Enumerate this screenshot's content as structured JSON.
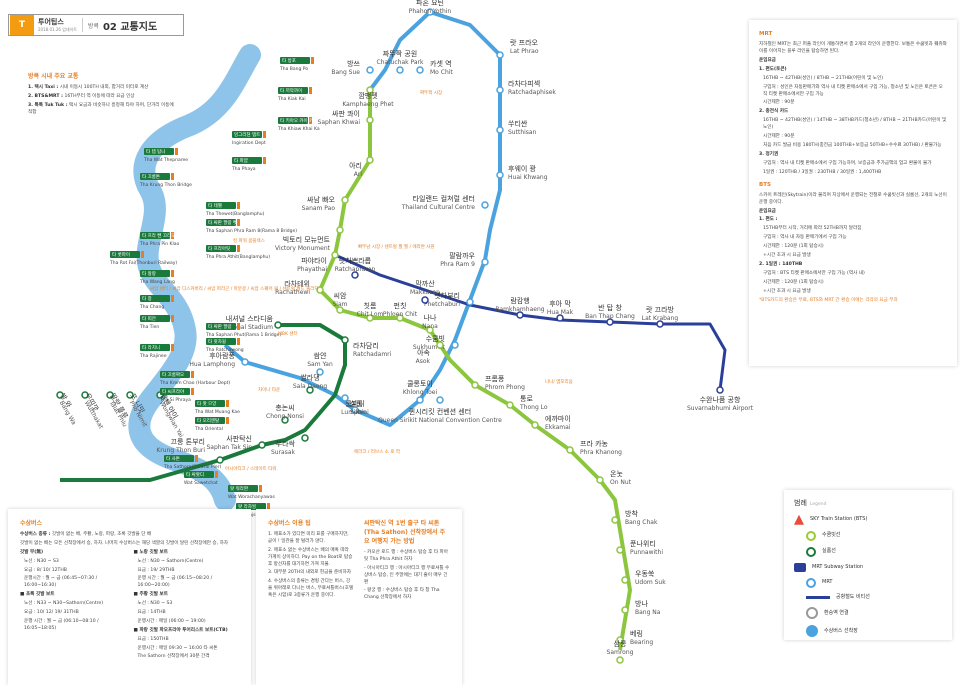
{
  "header": {
    "logo": "T",
    "brand": "투어팁스",
    "date": "2018.01.26 업데이트",
    "city": "방콕",
    "title": "02 교통지도"
  },
  "colors": {
    "sukhumvit": "#8cc63f",
    "silom": "#1a7a3b",
    "mrt": "#4aa3df",
    "airport": "#2a3f9a",
    "river": "#8fc4ea",
    "accent": "#e67e22",
    "pier_tag": "#1a7a3b"
  },
  "transport_box": {
    "title": "방콕 시내 주요 교통",
    "items": [
      {
        "head": "1. 택시 Taxi :",
        "body": "시내 이동시 100TH 내외, 합거리 미터로 계산"
      },
      {
        "head": "2. BTS&MRT :",
        "body": "16TH부터 역 이동에 따라 요금 인상"
      },
      {
        "head": "3. 툭툭 Tuk Tuk :",
        "body": "택시 요금과 비슷하나 흥정해 타야 하며, 단거리 이동에 적합"
      }
    ]
  },
  "mrt_box": {
    "mrt_title": "MRT",
    "mrt_desc": "지하철인 MRT는 최근 퍼플 라인이 개통하면서 총 2개의 라인이 운행한다. 보통은 수쿰빗과 훼쥬와이를 이어지는 블루 라인을 탑승하면 된다.",
    "fare_title": "운임요금",
    "fare_items": [
      {
        "head": "1. 편도(토큰)",
        "lines": [
          "16THB ~ 42THB(성인) / 8THB ~ 21THB(어린이 및 노인)",
          "구입처 : 성인은 자동판매기와 역사 내 티켓 판매소에서 구입 가능, 청소년 및 노인은 토큰은 오직 티켓 판매소에서만 구입 가능",
          "시간제한 : 90분"
        ]
      },
      {
        "head": "2. 충전식 카드",
        "lines": [
          "16THB ~ 42THB(성인) / 14THB ~ 38THB카드(청소년) / 8THB ~ 21THB카드(어린이 및 노인)",
          "시간제한 : 90분",
          "처음 카드 발급 비용 180TH(충전금 100THB+보증금 50THB+수수료 30THB) / 환불가능"
        ]
      },
      {
        "head": "3. 정기권",
        "lines": [
          "구입처 : 역사 내 티켓 판매소에서 구입 가능하며, 보증금과 추가금액의 업고 환불이 불가",
          "1일권 : 120THB / 3일권 : 230THB / 30일권 : 1,400THB"
        ]
      }
    ],
    "bts_title": "BTS",
    "bts_desc": "스카이 트레인(Skytrain)이라 불리며 지상에서 운행되는 전철로 수쿰빗선과 실롬선, 2개의 노선이 운행 중이다.",
    "bts_fare_title": "운임요금",
    "bts_items": [
      {
        "head": "1. 편도 :",
        "lines": [
          "15THB부터 시작, 거리에 따라 52THB까지 달라짐",
          "구입처 : 역사 내 자동 판매기에서 구입 가능",
          "시간제한 : 120분 (1회 탑승시)",
          "+시간 초과 시 요금 발생"
        ]
      },
      {
        "head": "2. 1일권 : 140THB",
        "lines": [
          "구입처 : BTS 티켓 판매소에서만 구입 가능 (역사 내)",
          "시간제한 : 120분 (1회 탑승시)",
          "+시간 초과 시 요금 발생"
        ]
      }
    ],
    "footer": "*BTS카드의 환승은 무료, BTS와 MRT 간 환승 이에는 각각의 요금 부과"
  },
  "boat_box": {
    "title": "수상버스",
    "intro_head": "수상버스 종류 :",
    "intro_body": "깃발이 없는 배, 주황, 노랑, 파랑, 초록 깃발을 단 배",
    "intro_more": "깃발이 없는 배는 모든 선착장에서 승, 하차. 나머지 수상버스는 해당 색깔의 깃발이 달린 선착장에만 승, 하차",
    "left": [
      {
        "head": "깃발 무(無)",
        "lines": [
          "노선 : N30 ~ S3",
          "요금 : 8/ 10/ 12THB",
          "운행시간 : 월 ~ 금 (06:45~07:30 / 16:00~16:30)"
        ]
      },
      {
        "head": "■ 초록 깃발 보트",
        "lines": [
          "노선 : N33 ~ N30~Sathorn(Centre)",
          "요금 : 10/ 12/ 19/ 31THB",
          "운행 시간 : 월 ~ 금 (06:10~08:10 / 16:05~18:05)"
        ]
      }
    ],
    "right": [
      {
        "head": "■ 노랑 깃발 보트",
        "lines": [
          "노선 : N30 ~ Sathorn(Centre)",
          "요금 : 19/ 29THB",
          "운행 시간 : 월 ~ 금 (06:15~08:20 / 16:00~20:00)"
        ]
      },
      {
        "head": "■ 주황 깃발 보트",
        "lines": [
          "노선 : N30 ~ S3",
          "요금 : 14THB",
          "운행시간 : 매일 (06:00 ~ 19:00)"
        ]
      },
      {
        "head": "■ 파랑 깃발 파오프라야 투어리스트 보트(CTB)",
        "lines": [
          "요금 : 150THB",
          "운행시간 : 매일 09:30 ~ 16:00 타 씨톤",
          "The Sathorn 선착장에서 30분 간격"
        ]
      }
    ]
  },
  "tips_box": {
    "title": "수상버스 이용 팁",
    "tips": [
      "1. 매표소가 있다면 미리 표를 구매하지만, 곧이 ! 일관을 잘 털러가 않다.",
      "2. 매표소 없는 수상버스는 배의 매혹 따라 가계이 상이하다. Pay on the Boat로 탑승 후 항선자를 대기하면 가져 지불.",
      "3. 대부분 20TH의 내외로 현금을 준비하자",
      "4. 수상버스의 종류는 경횡 간다는 버스, 강을 위아래로 다니는 버스, 무료셔틀버스(호텔 혹은 시암)로 3종류가 운행 중이다."
    ],
    "right_title": "씨판탁신 역 1번 출구 타 씨톤(Tha Sathon) 선착장에서 주요 여행지 가는 방법",
    "right_lines": [
      "- 카오산 로드 행 : 수상버스 탑승 후 타 파아팃 Tha Phra Athit 하차",
      "- 아시아티크 행 : 아시아티크 행 무료셔틀 수상버스 탑승, 인 주말에는 대기 줄이 매우 긴 편",
      "- 왕궁 행 : 수상버스 탑승 후 타 창 Tha Chang 선착장에서 하차"
    ]
  },
  "legend": {
    "title": "범례",
    "title_en": "Legend",
    "bts_label": "SKY Train Station (BTS)",
    "suk_label": "수쿰빗선",
    "silom_label": "실롬선",
    "mrt_label": "MRT Subway Station",
    "mrt_line": "MRT",
    "airport_label": "공항철도 비티선",
    "xfer_label": "환승역 연결",
    "pier_label": "수상버스 선착장"
  },
  "stations": [
    {
      "kr": "파혼 요틴",
      "en": "Phahon Yothin"
    },
    {
      "kr": "랏 프라오",
      "en": "Lat Phrao"
    },
    {
      "kr": "라차다피섹",
      "en": "Ratchadaphisek"
    },
    {
      "kr": "쑤티싼",
      "en": "Sutthisan"
    },
    {
      "kr": "후웨이 꽝",
      "en": "Huai Khwang"
    },
    {
      "kr": "타일랜드 컬쳐럴 센터",
      "en": "Thailand Cultural Centre"
    },
    {
      "kr": "팔람까우",
      "en": "Phra Ram 9"
    },
    {
      "kr": "펫차부리",
      "en": "Phetchaburi"
    },
    {
      "kr": "수쿰빗",
      "en": "Sukhumvit"
    },
    {
      "kr": "퀸시리킷 컨벤션 센터",
      "en": "Queen Sirikit National Convention Centre"
    },
    {
      "kr": "쿨롱토이",
      "en": "Khlong Toei"
    },
    {
      "kr": "룸피니",
      "en": "Lumphini"
    },
    {
      "kr": "실롬",
      "en": "Silom"
    },
    {
      "kr": "쌈얀",
      "en": "Sam Yan"
    },
    {
      "kr": "후아람퐁",
      "en": "Hua Lamphong"
    },
    {
      "kr": "카셋 역",
      "en": "Mo Chit"
    },
    {
      "kr": "짜뚜짝 공원",
      "en": "Chatuchak Park"
    },
    {
      "kr": "방쓰",
      "en": "Bang Sue"
    },
    {
      "kr": "깜팽펫",
      "en": "Kamphaeng Phet"
    },
    {
      "kr": "싸판 콰이",
      "en": "Saphan Khwai"
    },
    {
      "kr": "아리",
      "en": "Ari"
    },
    {
      "kr": "싸남 빠오",
      "en": "Sanam Pao"
    },
    {
      "kr": "빅토리 모뉴먼트",
      "en": "Victory Monument"
    },
    {
      "kr": "파야타이",
      "en": "Phayathai"
    },
    {
      "kr": "라차테위",
      "en": "Rachathewi"
    },
    {
      "kr": "씨암",
      "en": "Siam"
    },
    {
      "kr": "칫롬",
      "en": "Chit Lom"
    },
    {
      "kr": "펀칫",
      "en": "Phloen Chit"
    },
    {
      "kr": "나나",
      "en": "Nana"
    },
    {
      "kr": "아속",
      "en": "Asok"
    },
    {
      "kr": "프롬퐁",
      "en": "Phrom Phong"
    },
    {
      "kr": "통로",
      "en": "Thong Lo"
    },
    {
      "kr": "에까마이",
      "en": "Ekkamai"
    },
    {
      "kr": "프라 카농",
      "en": "Phra Khanong"
    },
    {
      "kr": "온눗",
      "en": "On Nut"
    },
    {
      "kr": "방착",
      "en": "Bang Chak"
    },
    {
      "kr": "푼나위티",
      "en": "Punnawithi"
    },
    {
      "kr": "우동쑥",
      "en": "Udom Suk"
    },
    {
      "kr": "방나",
      "en": "Bang Na"
    },
    {
      "kr": "베링",
      "en": "Bearing"
    },
    {
      "kr": "삼롱",
      "en": "Samrong"
    },
    {
      "kr": "내셔널 스타디움",
      "en": "National Stadium"
    },
    {
      "kr": "라차담리",
      "en": "Ratchadamri"
    },
    {
      "kr": "쌀라댕",
      "en": "Sala Daeng"
    },
    {
      "kr": "총논씨",
      "en": "Chong Nonsi"
    },
    {
      "kr": "쑤라싹",
      "en": "Surasak"
    },
    {
      "kr": "사판탁신",
      "en": "Saphan Tak Sin"
    },
    {
      "kr": "끄룽 톤부리",
      "en": "Krung Thon Buri"
    },
    {
      "kr": "웡웬 야이",
      "en": "Wongwian Yai"
    },
    {
      "kr": "포 니밋",
      "en": "Pho Nimit"
    },
    {
      "kr": "딸랏 플루",
      "en": "Talat Phlu"
    },
    {
      "kr": "우띠깟",
      "en": "Wutthakat"
    },
    {
      "kr": "방 와",
      "en": "Bang Wa"
    },
    {
      "kr": "랏차쁘라롭",
      "en": "Ratchaprarop"
    },
    {
      "kr": "막까산",
      "en": "Makkasan"
    },
    {
      "kr": "람캄행",
      "en": "Ramkhamhaeng"
    },
    {
      "kr": "후아 막",
      "en": "Hua Mak"
    },
    {
      "kr": "반 탑 창",
      "en": "Ban Thap Chang"
    },
    {
      "kr": "랏 끄라방",
      "en": "Lat Krabang"
    },
    {
      "kr": "수완나품 공항",
      "en": "Suvarnabhumi Airport"
    }
  ],
  "piers": [
    {
      "tag": "타 방포",
      "en": "Tha Bang Po"
    },
    {
      "tag": "타 끼악까이",
      "en": "Tha Kiak Kai"
    },
    {
      "tag": "타 키아오 카이 카",
      "en": "Tha Khiaw Khai Ka"
    },
    {
      "tag": "잉그리쳔 뎁트",
      "en": "Ingiration Dept"
    },
    {
      "tag": "타 파얍",
      "en": "Tha Phaya"
    },
    {
      "tag": "타 텝 탐니",
      "en": "Tha Wat Thepnaree"
    },
    {
      "tag": "타 끄룽톤",
      "en": "Tha Krung Thon Bridge"
    },
    {
      "tag": "타 테웻",
      "en": "Tha Thewet(Banglamphu)"
    },
    {
      "tag": "타 싸판 팔람 뻿",
      "en": "Tha Saphan Phra Ram 8(Rama 8 Bridge)"
    },
    {
      "tag": "타 프라 뻰 끄라오",
      "en": "Tha Phra Pin Klao"
    },
    {
      "tag": "타 프라아팃",
      "en": "Tha Phra Athit(Banglamphu)"
    },
    {
      "tag": "타 롯파이",
      "en": "Tha Rot Fai(Thonburi Railway)"
    },
    {
      "tag": "타 왕랑",
      "en": "Tha Wang Lang"
    },
    {
      "tag": "타 창",
      "en": "Tha Chang"
    },
    {
      "tag": "타 띠안",
      "en": "Tha Tien"
    },
    {
      "tag": "타 라치니",
      "en": "Tha Rajinee"
    },
    {
      "tag": "타 싸판 팔람",
      "en": "Tha Saphan Phut(Rama 1 Bridge)"
    },
    {
      "tag": "타 랏차웡",
      "en": "Tha Ratchawong"
    },
    {
      "tag": "타 끄롬짜오",
      "en": "Tha Krom Chao (Harbour Dept)"
    },
    {
      "tag": "타 씨프라야",
      "en": "Tha Si Phraya"
    },
    {
      "tag": "타 왓 므앙",
      "en": "Tha Wat Muang Kae"
    },
    {
      "tag": "타 오리엔탈",
      "en": "Tha Oriental"
    },
    {
      "tag": "타 사톤",
      "en": "Tha Sathorn(Central Pier)"
    },
    {
      "tag": "타 싸왓디",
      "en": "Wat Sawetchat"
    },
    {
      "tag": "왓 워라짠",
      "en": "Wat Worachanyawas"
    },
    {
      "tag": "왓 라차씽",
      "en": "Wat Rajsingkorn"
    }
  ],
  "notes": [
    {
      "text": "짜뚜짝 시장"
    },
    {
      "text": "킹 파워 콤플렉스"
    },
    {
      "text": "빠뚜남 시장 / 센트럴 월 월 / 에라완 사원"
    },
    {
      "text": "씨암 센터 / 씨암 디스커버리 / 씨암 파라곤 / 마분콩 / 씨암 스퀘어 원 / 센트럴 월드 플라자"
    },
    {
      "text": "MBK 센터"
    },
    {
      "text": "나나/ 엠포리움"
    },
    {
      "text": "차이나 타운"
    },
    {
      "text": "아시아티크 / 스테이트 타워"
    },
    {
      "text": "에라크 / 러브스 소 로 역"
    }
  ]
}
